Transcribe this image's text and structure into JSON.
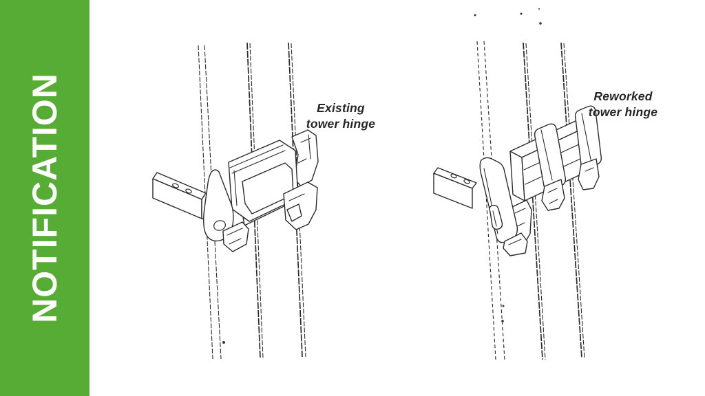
{
  "theme": {
    "accent_green": "#56ac34",
    "ink": "#2b2b2b",
    "paper": "#ffffff"
  },
  "sidebar": {
    "label": "NOTIFICATION"
  },
  "figures": [
    {
      "id": "existing-tower-hinge",
      "caption_line1": "Existing",
      "caption_line2": "tower hinge"
    },
    {
      "id": "reworked-tower-hinge",
      "caption_line1": "Reworked",
      "caption_line2": "tower hinge"
    }
  ]
}
